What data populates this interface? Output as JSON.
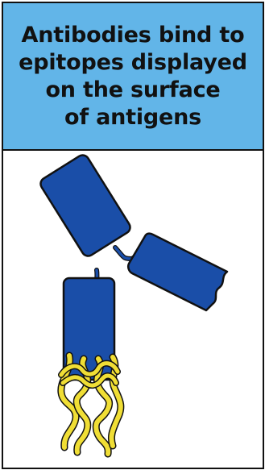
{
  "header": {
    "title_lines": [
      "Antibodies bind to",
      "epitopes displayed",
      "on the surface",
      "of antigens"
    ],
    "background_color": "#62b5e8"
  },
  "illustration": {
    "antibody_color": "#1a4ea8",
    "antigen_color": "#f0de35",
    "outline_color": "#111111"
  }
}
